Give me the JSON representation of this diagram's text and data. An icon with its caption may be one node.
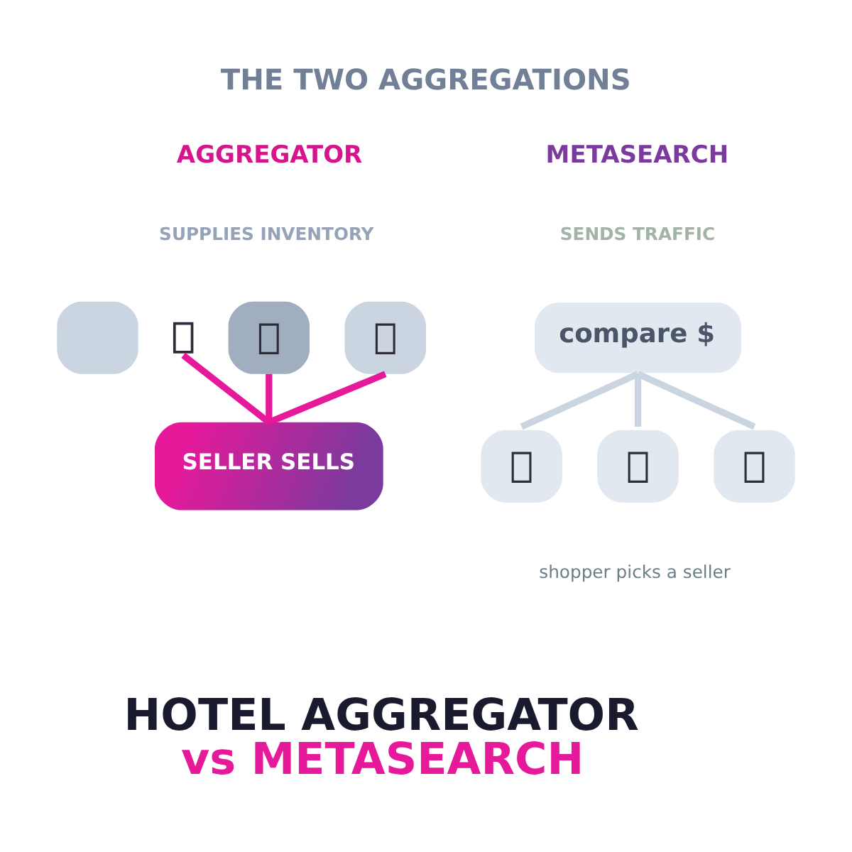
{
  "diagram": {
    "title": "THE TWO AGGREGATIONS",
    "caption": "HOTEL AGGREGATOR vs METASEARCH",
    "nodes": [
      {
        "text": [],
        "shape": "box"
      },
      {
        "text": [],
        "shape": "box"
      },
      {
        "text": [],
        "shape": "box"
      },
      {
        "text": [],
        "shape": "box"
      },
      {
        "text": [
          "SELLER SELLS"
        ]
      },
      {
        "text": [
          "compare $"
        ]
      },
      {
        "text": [],
        "shape": "box"
      },
      {
        "text": [],
        "shape": "box"
      },
      {
        "text": [],
        "shape": "box"
      }
    ],
    "edges": [
      {
        "from": 1,
        "to": 4,
        "arrow": "none",
        "color": "#e6199a"
      },
      {
        "from": 2,
        "to": 4,
        "arrow": "none",
        "color": "#e6199a"
      },
      {
        "from": 3,
        "to": 4,
        "arrow": "none",
        "color": "#e6199a"
      },
      {
        "from": 5,
        "to": 6,
        "arrow": "none",
        "color": "#cbd5e1"
      },
      {
        "from": 5,
        "to": 7,
        "arrow": "none",
        "color": "#cbd5e1"
      },
      {
        "from": 5,
        "to": 8,
        "arrow": "none",
        "color": "#cbd5e1"
      }
    ],
    "labels": [
      "AGGREGATOR",
      "SUPPLIES INVENTORY",
      "METASEARCH",
      "SENDS TRAFFIC",
      "shopper picks a seller"
    ]
  }
}
